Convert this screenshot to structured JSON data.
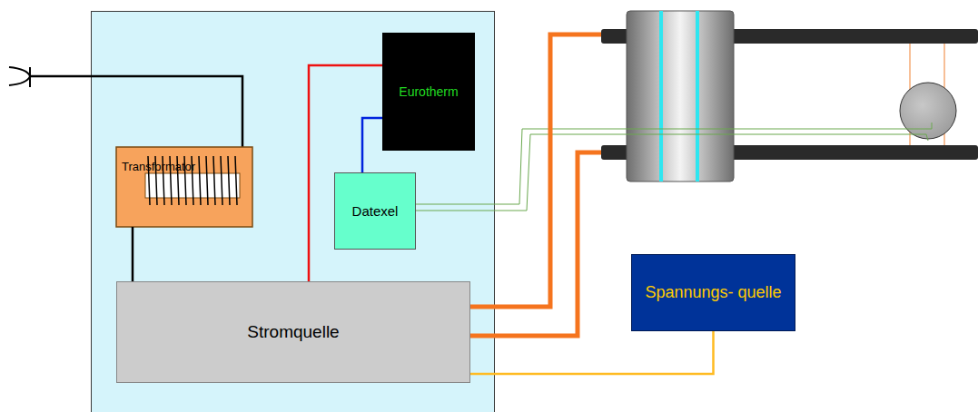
{
  "diagram": {
    "nodes": [
      {
        "text": [
          "Transformator"
        ]
      },
      {
        "text": [
          "Eurotherm"
        ]
      },
      {
        "text": [
          "Datexel"
        ]
      },
      {
        "text": [
          "Stromquelle"
        ]
      },
      {
        "text": [
          "Spannungs- quelle"
        ]
      }
    ],
    "edges": [
      {
        "from": 0,
        "to": 3,
        "arrow": "none"
      },
      {
        "from": 3,
        "to": 1,
        "arrow": "none"
      },
      {
        "from": 1,
        "to": 2,
        "arrow": "none"
      },
      {
        "from": 3,
        "to": 4,
        "arrow": "none"
      }
    ]
  }
}
